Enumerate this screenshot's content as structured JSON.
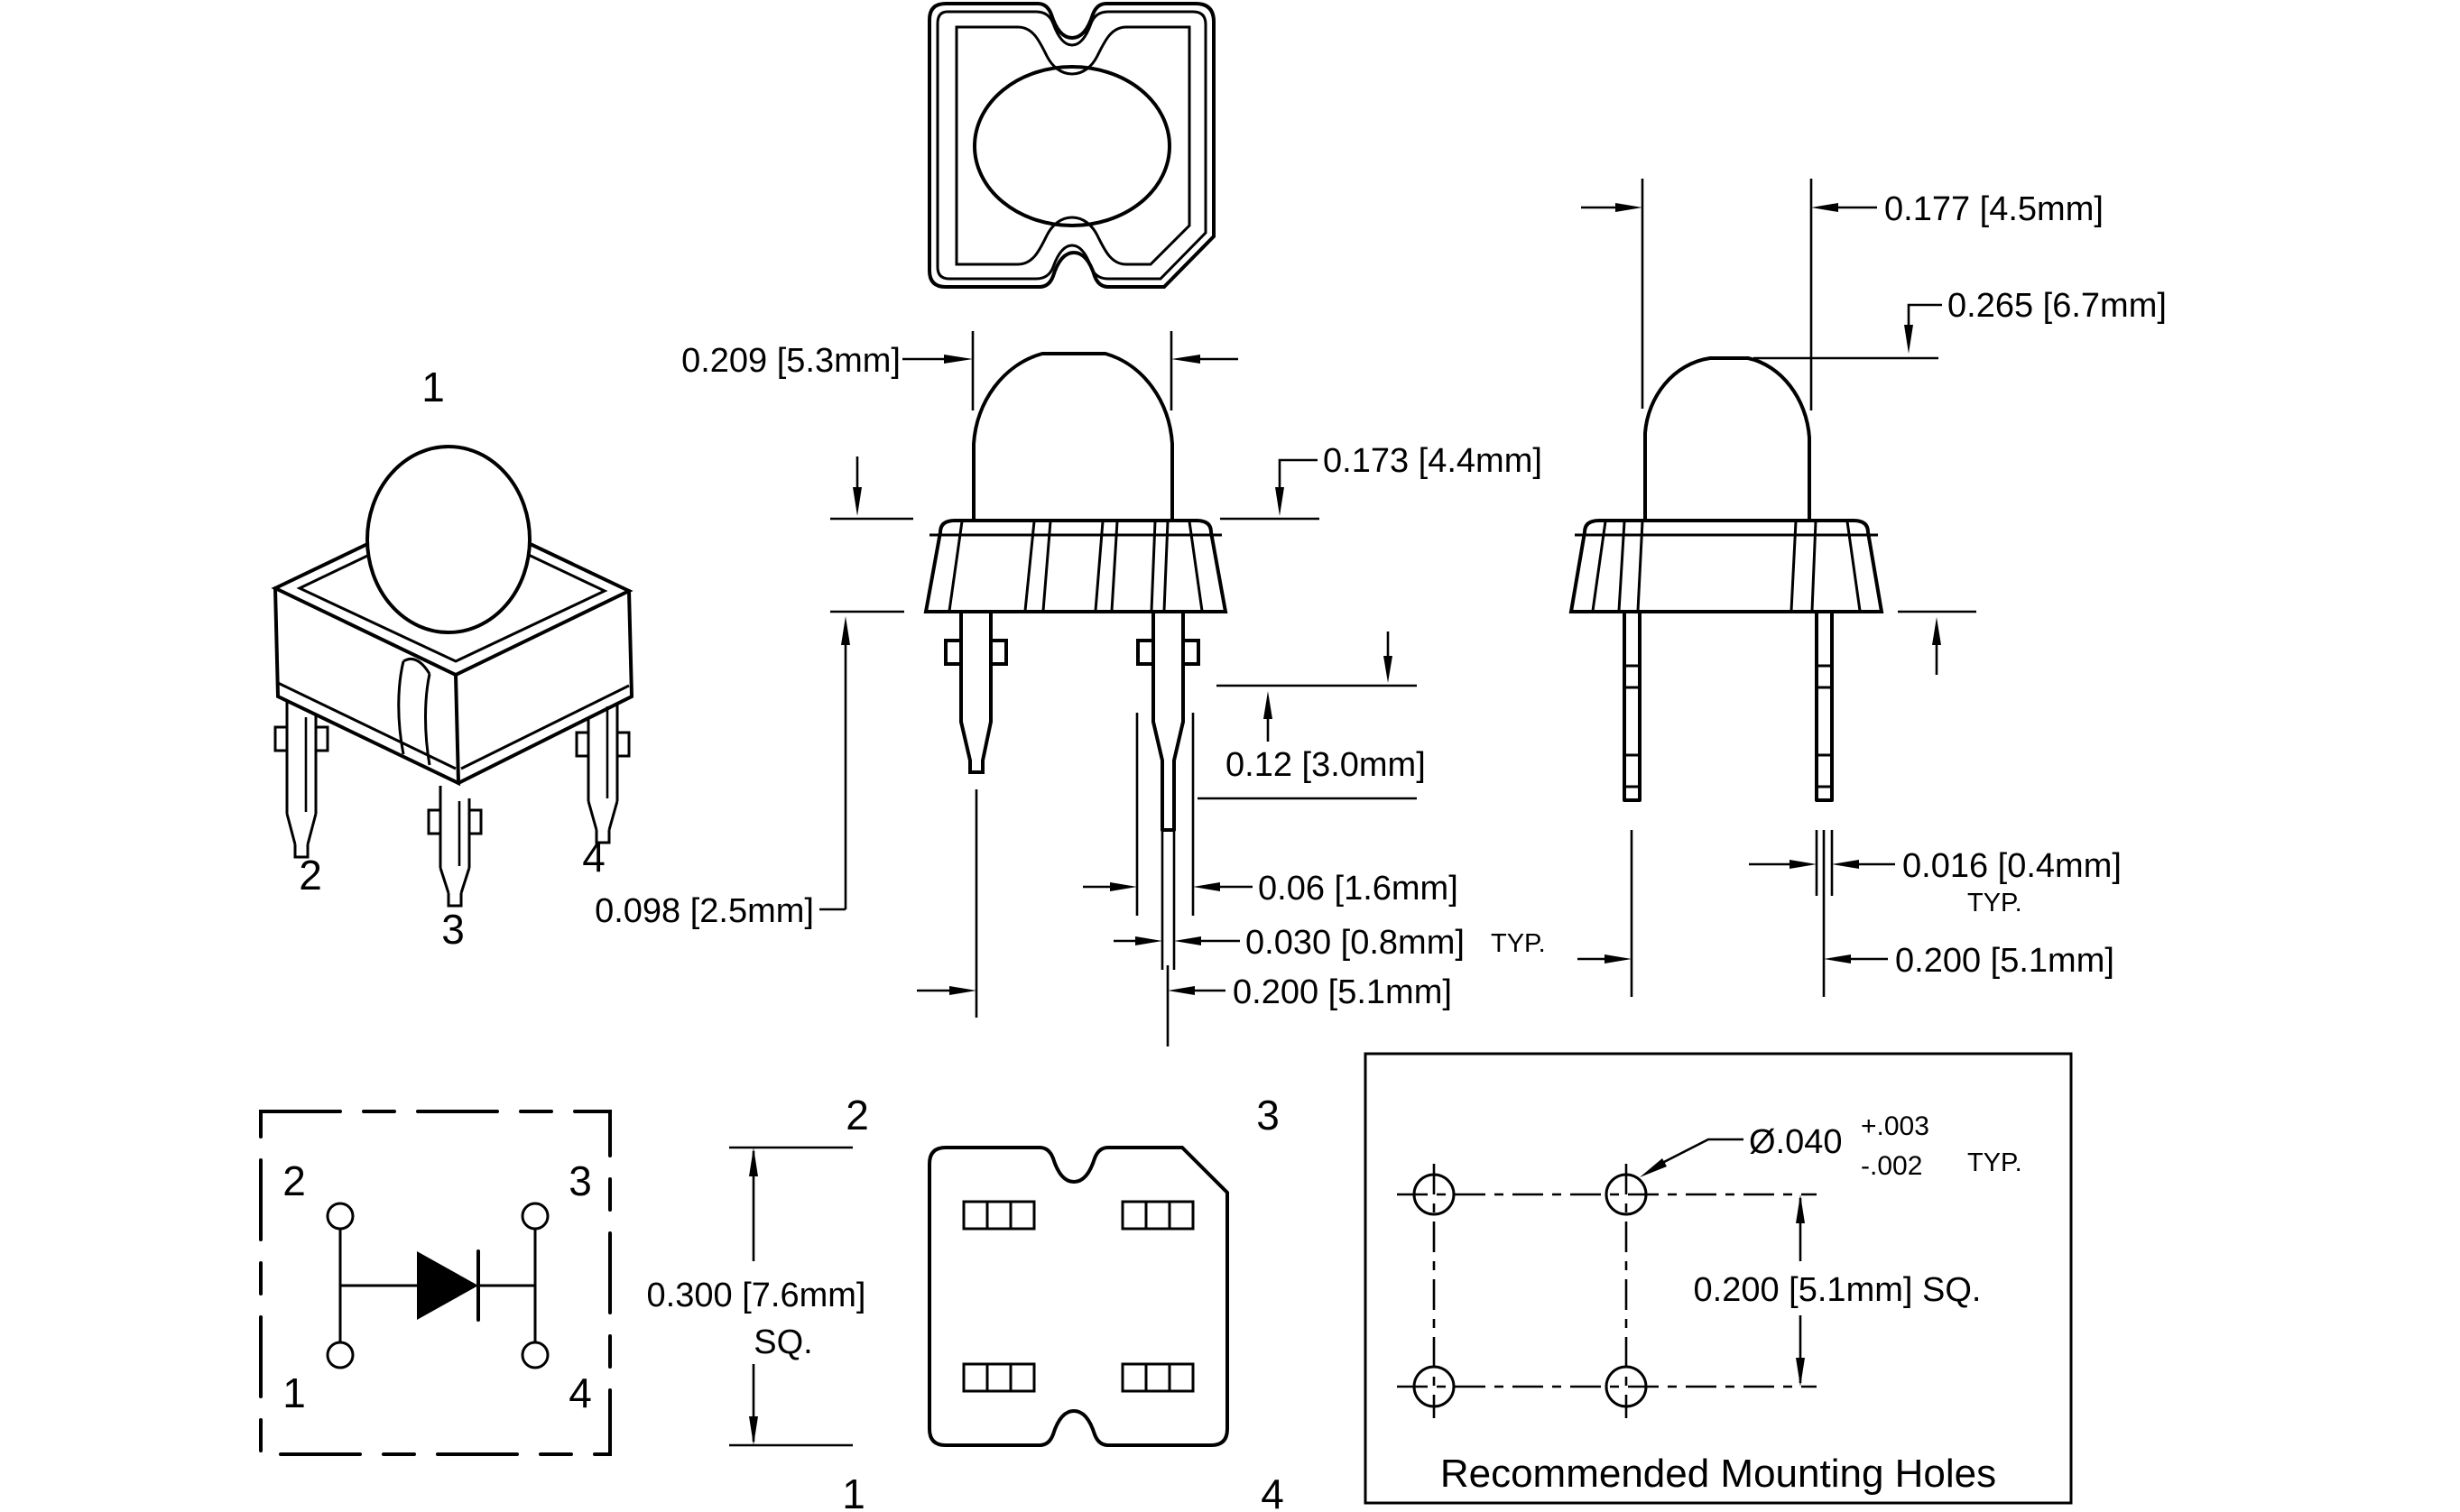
{
  "views": {
    "isometric": {
      "label_1": "1",
      "label_2": "2",
      "label_3": "3",
      "label_4": "4"
    },
    "front": {
      "dome_width": "0.209 [5.3mm]",
      "dome_height": "0.173 [4.4mm]",
      "base_height": "0.098 [2.5mm]",
      "lead_standoff": "0.12 [3.0mm]",
      "lead_width": "0.06 [1.6mm]",
      "lead_tip_width": "0.030 [0.8mm]",
      "lead_tip_typ": "TYP.",
      "lead_pitch": "0.200 [5.1mm]"
    },
    "side": {
      "dome_diameter": "0.177 [4.5mm]",
      "total_height": "0.265 [6.7mm]",
      "lead_thickness": "0.016 [0.4mm]",
      "lead_thickness_typ": "TYP.",
      "lead_pitch": "0.200 [5.1mm]"
    },
    "bottom": {
      "body_size": "0.300 [7.6mm]",
      "body_size_suffix": "SQ.",
      "label_1": "1",
      "label_2": "2",
      "label_3": "3",
      "label_4": "4"
    },
    "schematic": {
      "label_1": "1",
      "label_2": "2",
      "label_3": "3",
      "label_4": "4"
    },
    "mounting": {
      "hole_diameter": "Ø.040",
      "tol_plus": "+.003",
      "tol_minus": "-.002",
      "typ": "TYP.",
      "hole_pitch": "0.200 [5.1mm] SQ.",
      "title": "Recommended Mounting Holes"
    }
  }
}
